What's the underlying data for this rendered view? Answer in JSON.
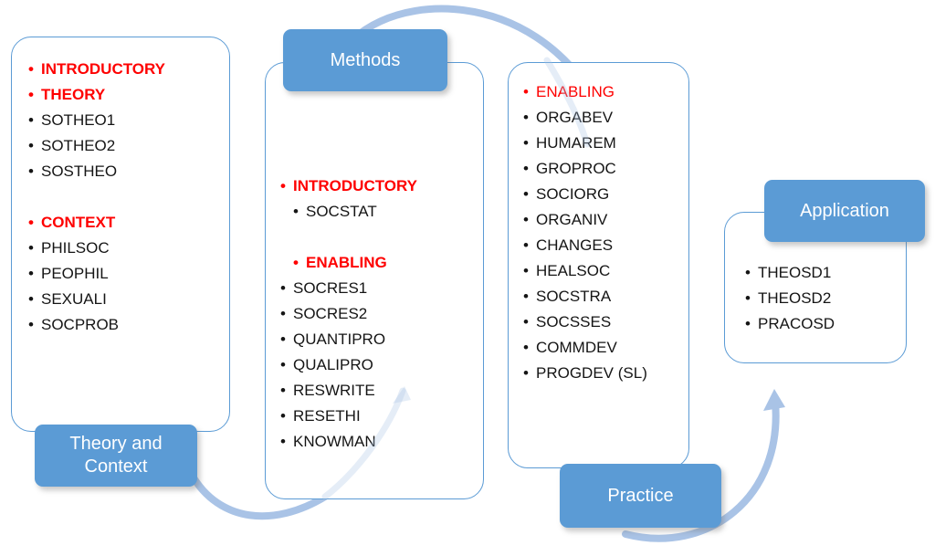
{
  "palette": {
    "tab_blue": "#5b9bd5",
    "box_border": "#5b9bd5",
    "arc_blue": "#a9c3e6",
    "red": "#fe0000",
    "text_black": "#151515"
  },
  "boxes": [
    {
      "id": "theory-context",
      "tab": {
        "label": "Theory and\nContext",
        "position": "bottom-left"
      },
      "items": [
        {
          "label": "INTRODUCTORY",
          "emphasis": "red-bold"
        },
        {
          "label": "THEORY",
          "emphasis": "red-bold"
        },
        {
          "label": "SOTHEO1",
          "emphasis": "normal"
        },
        {
          "label": "SOTHEO2",
          "emphasis": "normal"
        },
        {
          "label": "SOSTHEO",
          "emphasis": "normal"
        },
        {
          "label": "CONTEXT",
          "emphasis": "red-bold",
          "gap_before": true
        },
        {
          "label": "PHILSOC",
          "emphasis": "normal"
        },
        {
          "label": "PEOPHIL",
          "emphasis": "normal"
        },
        {
          "label": "SEXUALI",
          "emphasis": "normal"
        },
        {
          "label": "SOCPROB",
          "emphasis": "normal"
        }
      ]
    },
    {
      "id": "methods",
      "tab": {
        "label": "Methods",
        "position": "top-left"
      },
      "items": [
        {
          "label": "INTRODUCTORY",
          "emphasis": "red-bold"
        },
        {
          "label": "SOCSTAT",
          "emphasis": "normal",
          "indent": true
        },
        {
          "label": "ENABLING",
          "emphasis": "red-bold",
          "indent": true,
          "gap_before": true
        },
        {
          "label": "SOCRES1",
          "emphasis": "normal"
        },
        {
          "label": "SOCRES2",
          "emphasis": "normal"
        },
        {
          "label": "QUANTIPRO",
          "emphasis": "normal"
        },
        {
          "label": "QUALIPRO",
          "emphasis": "normal"
        },
        {
          "label": "RESWRITE",
          "emphasis": "normal"
        },
        {
          "label": "RESETHI",
          "emphasis": "normal"
        },
        {
          "label": "KNOWMAN",
          "emphasis": "normal"
        }
      ]
    },
    {
      "id": "practice",
      "tab": {
        "label": "Practice",
        "position": "bottom"
      },
      "items": [
        {
          "label": "ENABLING",
          "emphasis": "red"
        },
        {
          "label": "ORGABEV",
          "emphasis": "normal"
        },
        {
          "label": "HUMAREM",
          "emphasis": "normal"
        },
        {
          "label": "GROPROC",
          "emphasis": "normal"
        },
        {
          "label": "SOCIORG",
          "emphasis": "normal"
        },
        {
          "label": "ORGANIV",
          "emphasis": "normal"
        },
        {
          "label": "CHANGES",
          "emphasis": "normal"
        },
        {
          "label": "HEALSOC",
          "emphasis": "normal"
        },
        {
          "label": "SOCSTRA",
          "emphasis": "normal"
        },
        {
          "label": "SOCSSES",
          "emphasis": "normal"
        },
        {
          "label": "COMMDEV",
          "emphasis": "normal"
        },
        {
          "label": "PROGDEV (SL)",
          "emphasis": "normal"
        }
      ]
    },
    {
      "id": "application",
      "tab": {
        "label": "Application",
        "position": "top-right"
      },
      "items": [
        {
          "label": "THEOSD1",
          "emphasis": "normal"
        },
        {
          "label": "THEOSD2",
          "emphasis": "normal"
        },
        {
          "label": "PRACOSD",
          "emphasis": "normal"
        }
      ]
    }
  ],
  "arrows": [
    {
      "id": "methods-to-practice",
      "from": "methods",
      "to": "practice"
    },
    {
      "id": "theory-context-to-methods",
      "from": "theory-context",
      "to": "methods"
    },
    {
      "id": "practice-to-application",
      "from": "practice",
      "to": "application"
    }
  ]
}
